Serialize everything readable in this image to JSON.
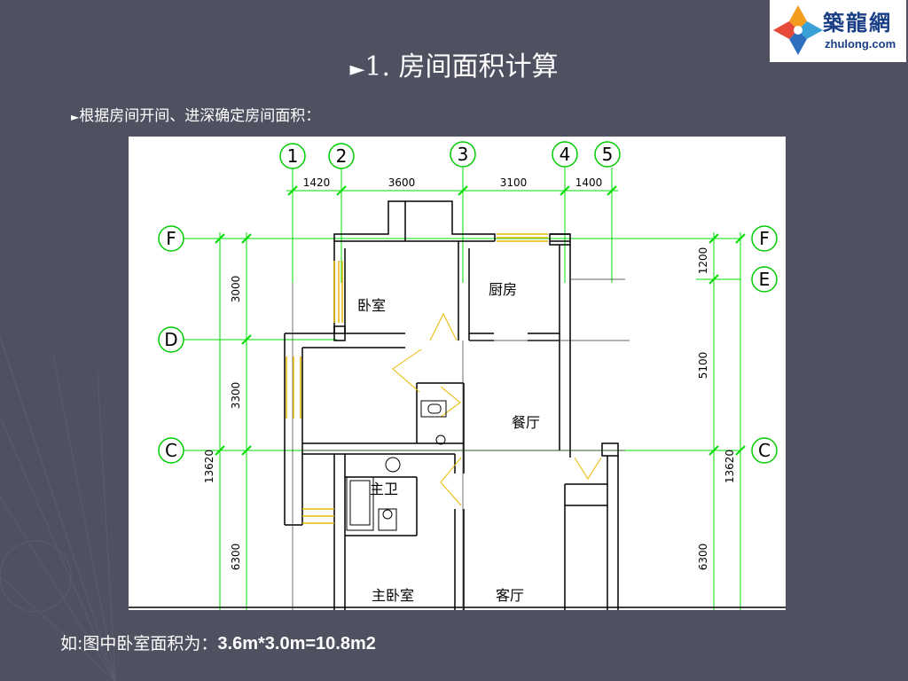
{
  "logo": {
    "cn": "築龍網",
    "en": "zhulong.com"
  },
  "title": {
    "arrow": "►",
    "text": "1. 房间面积计算"
  },
  "subtitle": {
    "arrow": "►",
    "text": "根据房间开间、进深确定房间面积："
  },
  "plan": {
    "axes_vertical": [
      "1",
      "2",
      "3",
      "4",
      "5"
    ],
    "axes_horizontal_left": [
      "F",
      "D",
      "C"
    ],
    "axes_horizontal_right": [
      "F",
      "E",
      "C"
    ],
    "dims_top": [
      "1420",
      "3600",
      "3100",
      "1400"
    ],
    "dims_left": [
      "3000",
      "3300",
      "6300"
    ],
    "dims_left_total": "13620",
    "dims_right": [
      "1200",
      "5100",
      "6300"
    ],
    "dims_right_total": "13620",
    "rooms": {
      "bedroom": "卧室",
      "kitchen": "厨房",
      "dining": "餐厅",
      "master_bath": "主卫",
      "master_bedroom": "主卧室",
      "living": "客厅"
    }
  },
  "footer": {
    "prefix": "如:图中卧室面积为：",
    "formula": "3.6m*3.0m=10.8m2"
  },
  "colors": {
    "background": "#4f5060",
    "axis_green": "#00dd00",
    "window_yellow": "#e8b800",
    "logo_blue": "#1a3e86"
  }
}
